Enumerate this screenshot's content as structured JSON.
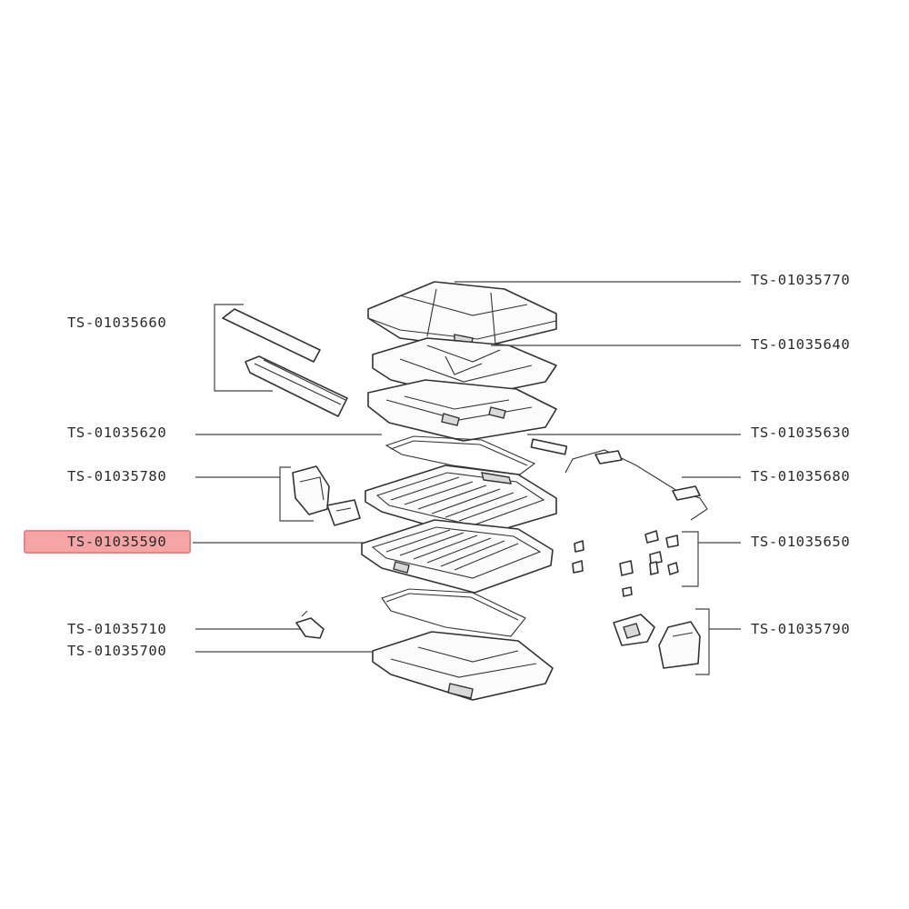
{
  "part_labels": {
    "lid_cover": "TS-01035770",
    "handle": "TS-01035660",
    "upper_plate_cover": "TS-01035640",
    "upper_housing": "TS-01035620",
    "wiring_top": "TS-01035630",
    "hinge_block": "TS-01035780",
    "heating_rod": "TS-01035680",
    "grill_plate": "TS-01035590",
    "clips": "TS-01035650",
    "thermostat": "TS-01035710",
    "base": "TS-01035700",
    "power_box": "TS-01035790"
  },
  "colors": {
    "highlight": "#f5a5a5",
    "highlight_border": "#e88383",
    "line": "#333333"
  }
}
